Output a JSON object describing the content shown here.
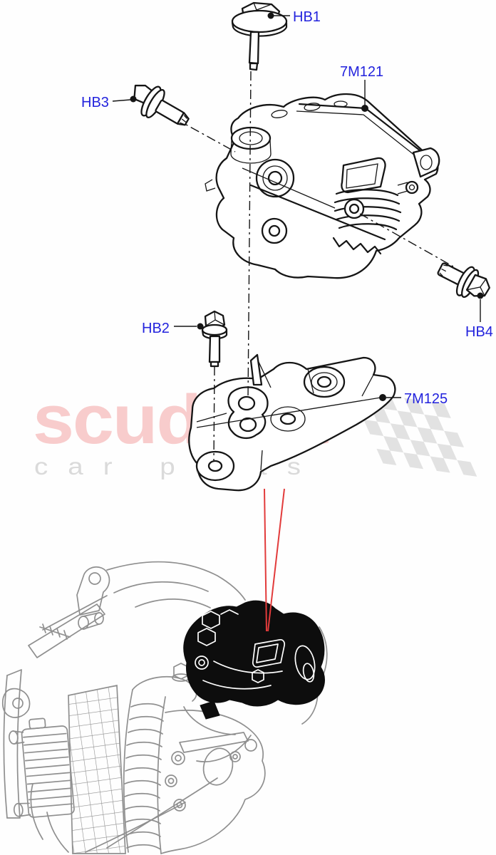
{
  "page": {
    "type": "exploded-parts-diagram",
    "subject": "Transmission mounting with bolts and support bracket"
  },
  "callouts": {
    "hb1": "HB1",
    "hb3": "HB3",
    "hb2": "HB2",
    "hb4": "HB4",
    "mount": "7M121",
    "bracket": "7M125"
  },
  "watermark": {
    "brand": "scuderia",
    "tagline": "car parts"
  },
  "icons": {
    "flag": "checkered-flag",
    "pointer": "red-locator-arrows"
  },
  "colors": {
    "callout_blue": "#2323dd",
    "pointer_red": "#e23b3b",
    "watermark_pink": "#f8cccc",
    "watermark_gray": "#dadada",
    "flag_gray": "#e2e2e2",
    "line_ink": "#151515",
    "art_gray": "#8f8f8f",
    "highlight_black": "#0d0d0d"
  }
}
